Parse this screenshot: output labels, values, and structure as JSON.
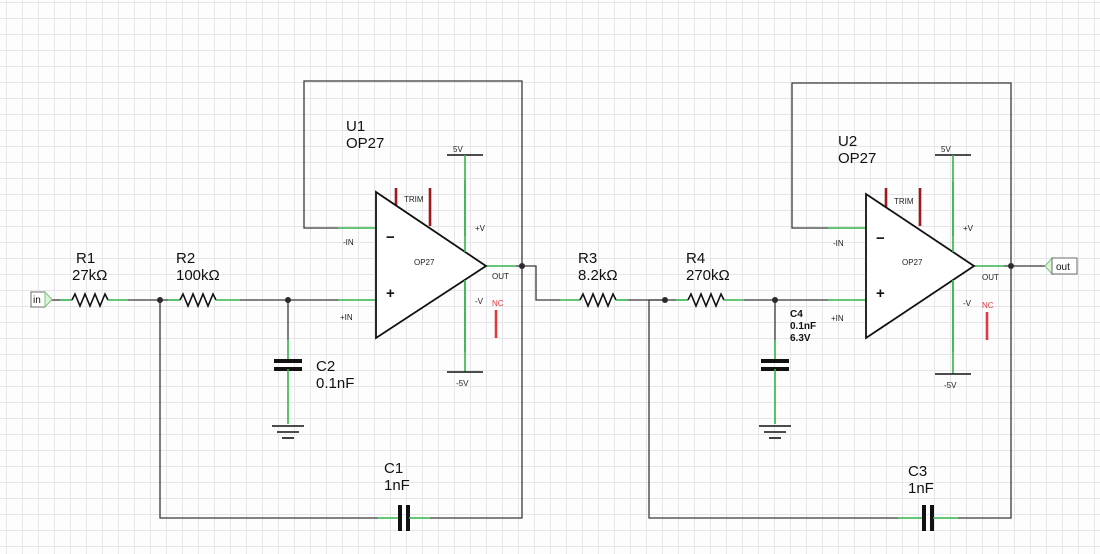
{
  "ports": {
    "in": "in",
    "out": "out"
  },
  "resistors": {
    "r1": {
      "ref": "R1",
      "value": "27kΩ"
    },
    "r2": {
      "ref": "R2",
      "value": "100kΩ"
    },
    "r3": {
      "ref": "R3",
      "value": "8.2kΩ"
    },
    "r4": {
      "ref": "R4",
      "value": "270kΩ"
    }
  },
  "capacitors": {
    "c1": {
      "ref": "C1",
      "value": "1nF"
    },
    "c2": {
      "ref": "C2",
      "value": "0.1nF"
    },
    "c3": {
      "ref": "C3",
      "value": "1nF"
    },
    "c4": {
      "ref": "C4",
      "value": "0.1nF",
      "voltage": "6.3V"
    }
  },
  "opamps": {
    "u1": {
      "ref": "U1",
      "part": "OP27"
    },
    "u2": {
      "ref": "U2",
      "part": "OP27"
    }
  },
  "opamp_pins": {
    "inv": "-IN",
    "noninv": "+IN",
    "out": "OUT",
    "trim": "TRIM",
    "vpos": "+V",
    "vneg": "-V",
    "nc": "NC",
    "body": "OP27",
    "minus": "−",
    "plus": "+"
  },
  "supplies": {
    "pos": "5V",
    "neg": "-5V"
  },
  "colors": {
    "wire": "#3a3a3a",
    "lead": "#33b44a",
    "trim": "#a0191f",
    "nc": "#e0393f",
    "grid": "#e6e6ea"
  }
}
